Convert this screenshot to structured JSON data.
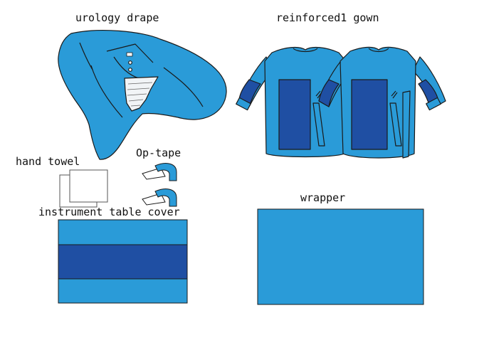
{
  "labels": {
    "urology_drape": "urology drape",
    "reinforced_gown": "reinforced1 gown",
    "hand_towel": "hand towel",
    "op_tape": "Op-tape",
    "instrument_table_cover": "instrument table cover",
    "wrapper": "wrapper"
  },
  "colors": {
    "light_blue": "#2a9bd8",
    "dark_blue": "#1f4fa3",
    "outline": "#1a1a1a",
    "background": "#ffffff"
  }
}
